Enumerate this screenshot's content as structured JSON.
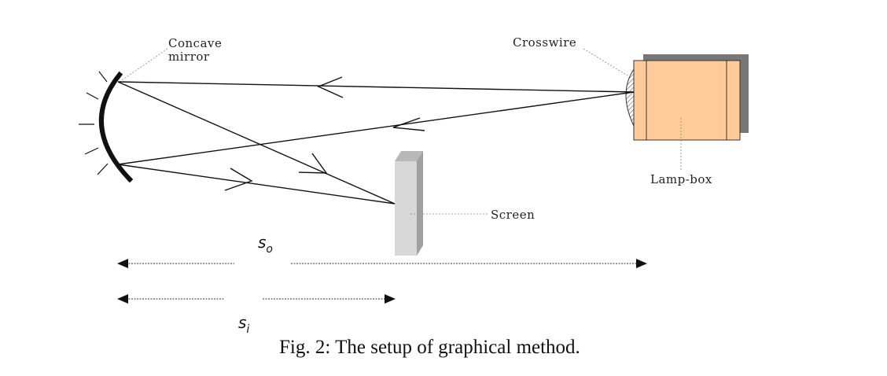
{
  "labels": {
    "mirror_line1": "Concave",
    "mirror_line2": "mirror",
    "crosswire": "Crosswire",
    "lamp_box": "Lamp-box",
    "screen": "Screen"
  },
  "distances": {
    "object_main": "s",
    "object_sub": "o",
    "image_main": "s",
    "image_sub": "i"
  },
  "caption": "Fig. 2: The setup of graphical method.",
  "colors": {
    "lamp_box_fill": "#FFCC99",
    "lamp_box_shadow": "#777777",
    "screen_fill": "#d8d8d8",
    "line": "#111111"
  }
}
